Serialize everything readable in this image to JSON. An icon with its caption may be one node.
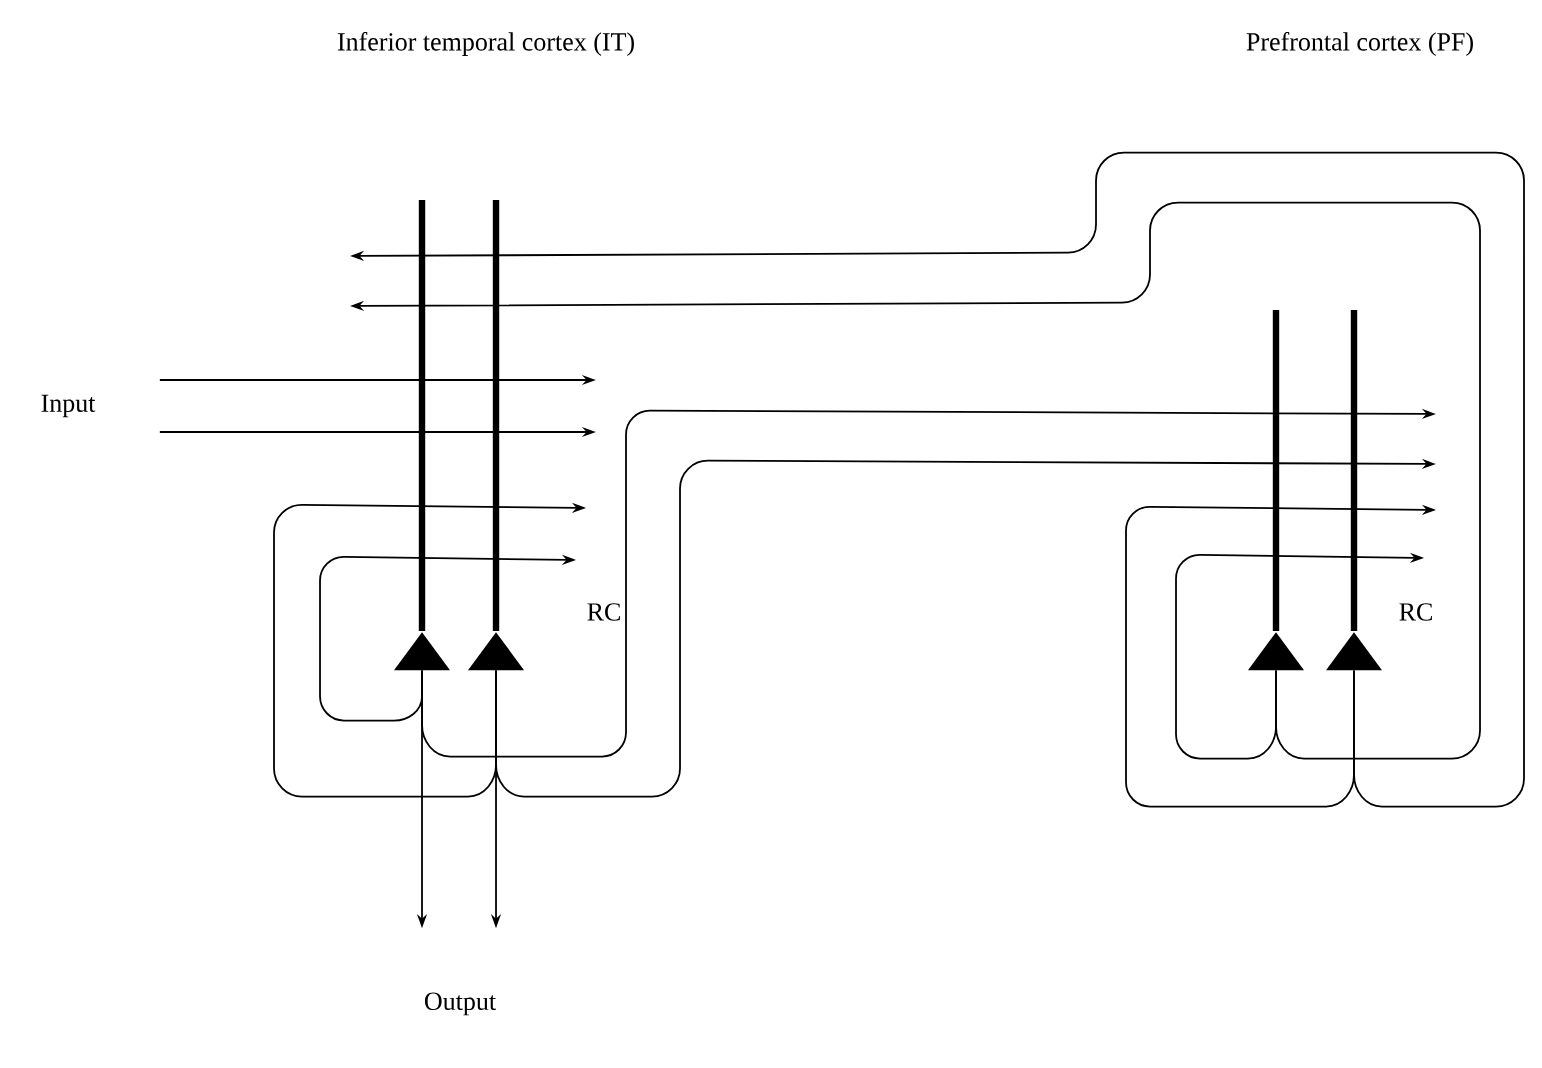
{
  "diagram": {
    "nodes": [
      {
        "text": [
          "Input"
        ]
      },
      {
        "text": [
          "Output"
        ]
      },
      {
        "text": [],
        "shape": "triangle"
      },
      {
        "text": [],
        "shape": "triangle"
      },
      {
        "text": [],
        "shape": "triangle"
      },
      {
        "text": [],
        "shape": "triangle"
      }
    ],
    "edges": [
      {
        "from": 0,
        "to": null,
        "arrow": "to"
      },
      {
        "from": 0,
        "to": null,
        "arrow": "to"
      },
      {
        "from": 2,
        "to": null,
        "arrow": "to"
      },
      {
        "from": 2,
        "to": null,
        "arrow": "to"
      },
      {
        "from": 2,
        "to": 1,
        "arrow": "to"
      },
      {
        "from": 3,
        "to": null,
        "arrow": "to"
      },
      {
        "from": 3,
        "to": null,
        "arrow": "to"
      },
      {
        "from": 3,
        "to": 1,
        "arrow": "to"
      },
      {
        "from": 4,
        "to": null,
        "arrow": "to"
      },
      {
        "from": 4,
        "to": null,
        "arrow": "to"
      },
      {
        "from": 5,
        "to": null,
        "arrow": "to"
      },
      {
        "from": 5,
        "to": null,
        "arrow": "to"
      }
    ],
    "labels": [
      "Inferior temporal cortex (IT)",
      "Prefrontal cortex (PF)",
      "RC",
      "RC"
    ]
  }
}
